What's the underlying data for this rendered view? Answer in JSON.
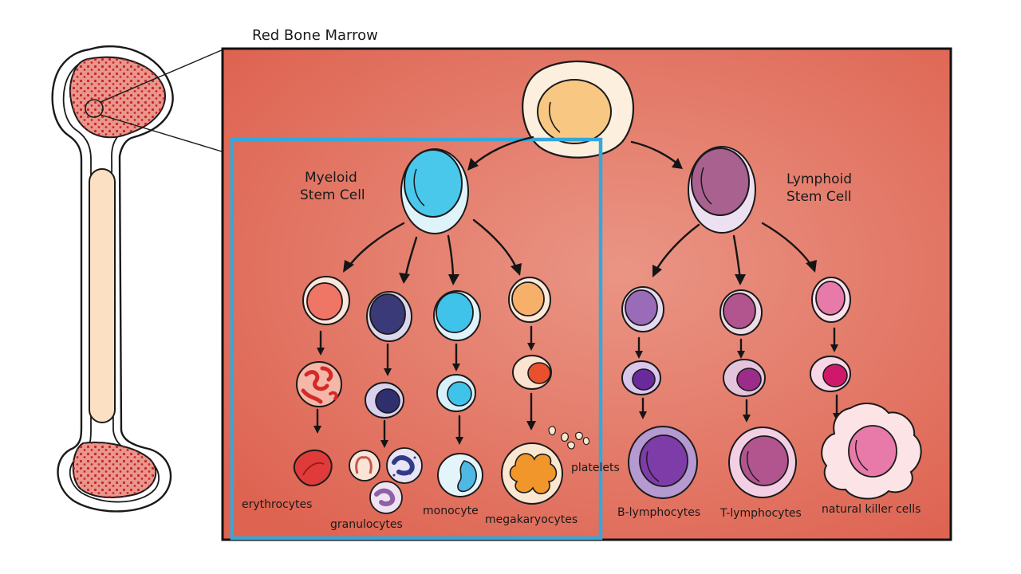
{
  "diagram": {
    "title": "Red Bone Marrow",
    "stem_cells": {
      "myeloid": [
        "Myeloid",
        "Stem Cell"
      ],
      "lymphoid": [
        "Lymphoid",
        "Stem Cell"
      ]
    },
    "cell_types": {
      "erythrocytes": "erythrocytes",
      "granulocytes": "granulocytes",
      "monocyte": "monocyte",
      "megakaryocytes": "megakaryocytes",
      "platelets": "platelets",
      "b_lymphocytes": "B-lymphocytes",
      "t_lymphocytes": "T-lymphocytes",
      "nk_cells": "natural killer cells"
    },
    "colors": {
      "marrow_panel": "#e2705f",
      "highlight_box": "#33a8dc",
      "hematopoietic_stem": "#f8c882",
      "myeloid": "#49c8ec",
      "lymphoid": "#a9618f",
      "erythrocyte": "#e03b3b",
      "megakaryocyte": "#f0962a",
      "b_lymphocyte": "#7d3ca8",
      "t_lymphocyte": "#b2558f",
      "nk_cell": "#e77aa8"
    }
  }
}
